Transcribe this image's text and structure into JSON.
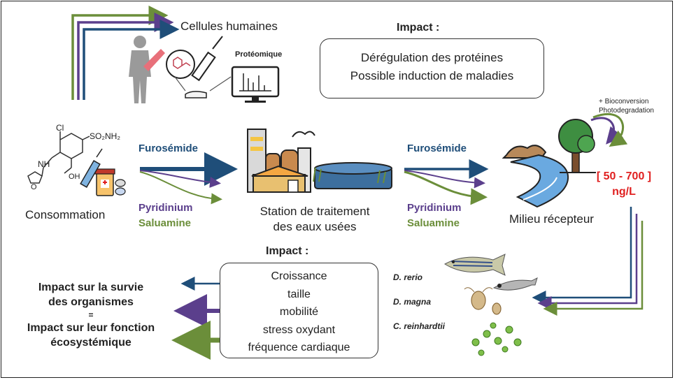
{
  "top": {
    "human_cells": "Cellules humaines",
    "proteomics": "Protéomique",
    "impact_title": "Impact :",
    "impact_lines": [
      "Dérégulation des protéines",
      "Possible induction de maladies"
    ]
  },
  "middle": {
    "consumption": "Consommation",
    "furosemide": "Furosémide",
    "pyridinium": "Pyridinium",
    "saluamine": "Saluamine",
    "station_line1": "Station de traitement",
    "station_line2": "des eaux usées",
    "receiving": "Milieu récepteur",
    "bioconversion": "+ Bioconversion",
    "photodegradation": "Photodegradation",
    "concentration_line1": "[ 50 - 700 ]",
    "concentration_line2": "ng/L",
    "molecule": {
      "cl": "Cl",
      "so2nh2": "SO₂NH₂",
      "nh": "NH",
      "o": "O",
      "cooh": "OH"
    }
  },
  "bottom": {
    "impact_title": "Impact :",
    "impact_lines": [
      "Croissance",
      "taille",
      "mobilité",
      "stress oxydant",
      "fréquence cardiaque"
    ],
    "species": [
      "D. rerio",
      "D. magna",
      "C. reinhardtii"
    ],
    "survival_line1": "Impact sur la survie",
    "survival_line2": "des organismes",
    "equals": "=",
    "function_line1": "Impact sur leur fonction",
    "function_line2": "écosystémique"
  },
  "colors": {
    "blue": "#1f4e79",
    "purple": "#5b3f8c",
    "green": "#6b8e3a",
    "red": "#e02020"
  },
  "icons": [
    "human-figure-icon",
    "molecule-icon",
    "syringe-icon",
    "computer-monitor-icon",
    "medicine-icon",
    "factory-icon",
    "river-icon",
    "tree-icon",
    "fish-icon",
    "daphnia-icon",
    "algae-icon"
  ]
}
